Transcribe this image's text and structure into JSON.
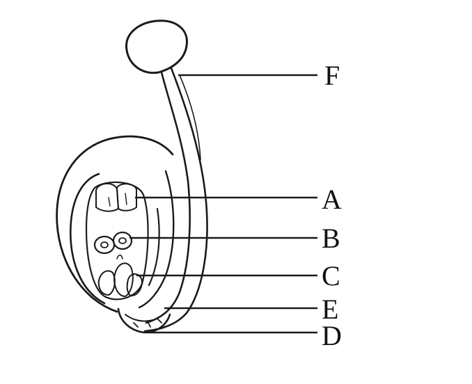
{
  "figure": {
    "labels": {
      "F": "F",
      "A": "A",
      "B": "B",
      "C": "C",
      "E": "E",
      "D": "D"
    }
  }
}
